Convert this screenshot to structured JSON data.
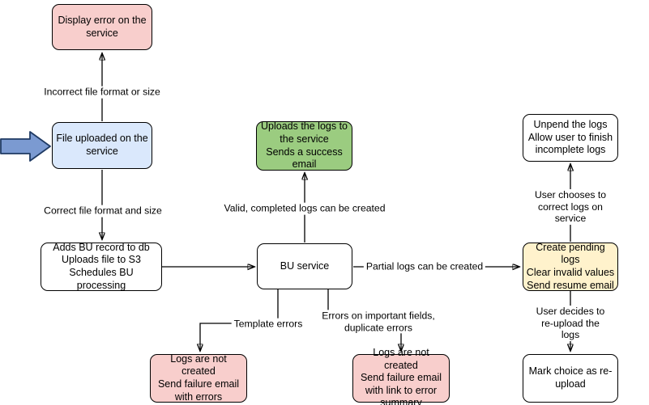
{
  "colors": {
    "error_fill": "#f8cecc",
    "input_fill": "#dae8fc",
    "success_fill": "#9bcc80",
    "pending_fill": "#fff2cc",
    "plain_fill": "#ffffff",
    "arrow_fill": "#7b9ad1",
    "arrow_stroke": "#1f3a63",
    "line_color": "#000000"
  },
  "nodes": {
    "display_error": {
      "text": "Display error on the service"
    },
    "file_uploaded": {
      "text": "File uploaded on the service"
    },
    "adds_bu_record": {
      "text": "Adds BU record to db\nUploads file to S3\nSchedules BU processing"
    },
    "bu_service": {
      "text": "BU service"
    },
    "uploads_logs": {
      "text": "Uploads the logs to the service\nSends a success email"
    },
    "unpend_logs": {
      "text": "Unpend the logs\nAllow user to finish incomplete logs"
    },
    "create_pending": {
      "text": "Create pending logs\nClear invalid values\nSend resume email"
    },
    "mark_reupload": {
      "text": "Mark choice as re-upload"
    },
    "logs_not_created_errors": {
      "text": "Logs are not created\nSend failure email with errors"
    },
    "logs_not_created_summary": {
      "text": "Logs are not created\nSend failure email with link to error summary"
    }
  },
  "edge_labels": {
    "incorrect_format": "Incorrect file format or size",
    "correct_format": "Correct file format and size",
    "valid_logs": "Valid, completed logs can be created",
    "partial_logs": "Partial logs can be created",
    "template_errors": "Template errors",
    "important_field_errors": "Errors on important fields,\nduplicate errors",
    "correct_on_service": "User chooses to correct logs on service",
    "reupload_logs": "User decides to re-upload the logs"
  }
}
